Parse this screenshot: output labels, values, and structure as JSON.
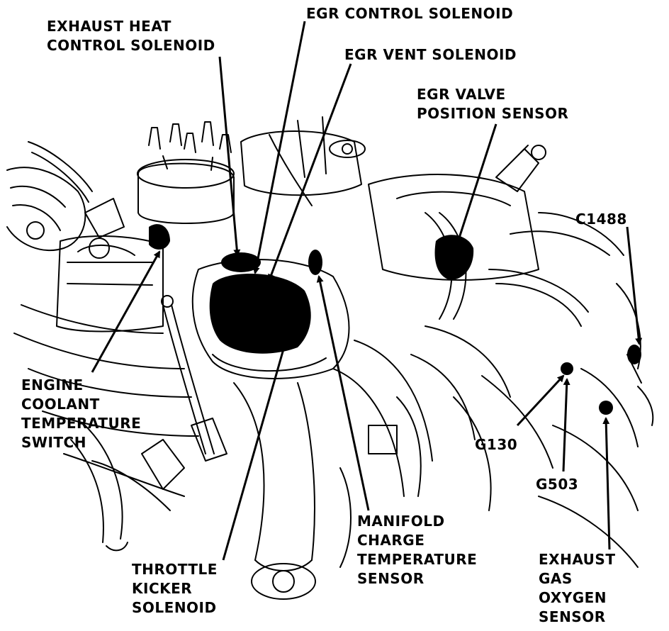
{
  "labels": {
    "exhaust_heat": [
      "EXHAUST HEAT",
      "CONTROL SOLENOID"
    ],
    "egr_control": [
      "EGR CONTROL SOLENOID"
    ],
    "egr_vent": [
      "EGR VENT SOLENOID"
    ],
    "egr_valve_pos": [
      "EGR VALVE",
      "POSITION SENSOR"
    ],
    "c1488": [
      "C1488"
    ],
    "engine_coolant": [
      "ENGINE",
      "COOLANT",
      "TEMPERATURE",
      "SWITCH"
    ],
    "g130": [
      "G130"
    ],
    "g503": [
      "G503"
    ],
    "manifold_charge": [
      "MANIFOLD",
      "CHARGE",
      "TEMPERATURE",
      "SENSOR"
    ],
    "throttle_kicker": [
      "THROTTLE",
      "KICKER",
      "SOLENOID"
    ],
    "exhaust_gas_o2": [
      "EXHAUST",
      "GAS",
      "OXYGEN",
      "SENSOR"
    ]
  },
  "colors": {
    "ink": "#000000",
    "paper": "#ffffff"
  }
}
